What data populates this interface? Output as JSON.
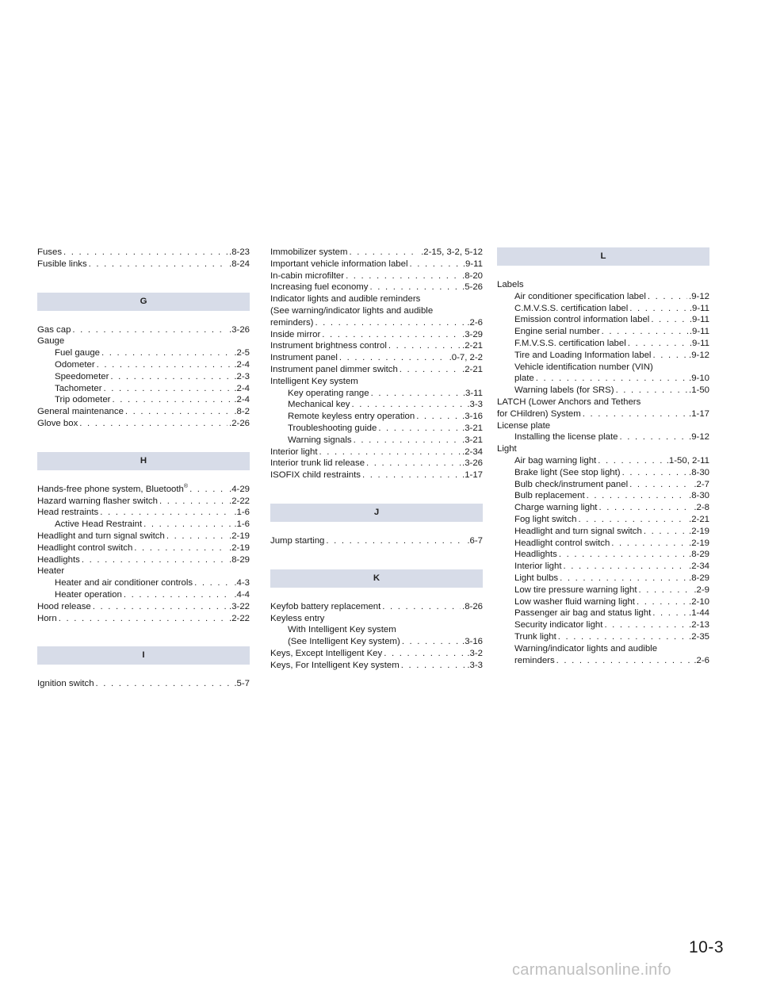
{
  "page_number": "10-3",
  "footer_watermark": "carmanualsonline.info",
  "columns": {
    "col1": {
      "top_entries": [
        {
          "text": "Fuses",
          "page": ".8-23"
        },
        {
          "text": "Fusible links",
          "page": ".8-24"
        }
      ],
      "sections": [
        {
          "letter": "G",
          "entries": [
            {
              "text": "Gas cap",
              "page": ".3-26"
            },
            {
              "text": "Gauge",
              "page": ""
            },
            {
              "text": "Fuel gauge",
              "page": ".2-5",
              "indent": true
            },
            {
              "text": "Odometer",
              "page": ".2-4",
              "indent": true
            },
            {
              "text": "Speedometer",
              "page": ".2-3",
              "indent": true
            },
            {
              "text": "Tachometer",
              "page": ".2-4",
              "indent": true
            },
            {
              "text": "Trip odometer",
              "page": ".2-4",
              "indent": true
            },
            {
              "text": "General maintenance",
              "page": ".8-2"
            },
            {
              "text": "Glove box",
              "page": ".2-26"
            }
          ]
        },
        {
          "letter": "H",
          "entries": [
            {
              "text": "Hands-free phone system, Bluetooth",
              "sup": "®",
              "page": ".4-29"
            },
            {
              "text": "Hazard warning flasher switch",
              "page": ".2-22"
            },
            {
              "text": "Head restraints",
              "page": ".1-6"
            },
            {
              "text": "Active Head Restraint",
              "page": ".1-6",
              "indent": true
            },
            {
              "text": "Headlight and turn signal switch",
              "page": ".2-19"
            },
            {
              "text": "Headlight control switch",
              "page": ".2-19"
            },
            {
              "text": "Headlights",
              "page": ".8-29"
            },
            {
              "text": "Heater",
              "page": ""
            },
            {
              "text": "Heater and air conditioner controls",
              "page": ".4-3",
              "indent": true
            },
            {
              "text": "Heater operation",
              "page": ".4-4",
              "indent": true
            },
            {
              "text": "Hood release",
              "page": ".3-22"
            },
            {
              "text": "Horn",
              "page": ".2-22"
            }
          ]
        },
        {
          "letter": "I",
          "entries": [
            {
              "text": "Ignition switch",
              "page": ".5-7"
            }
          ]
        }
      ]
    },
    "col2": {
      "top_entries": [
        {
          "text": "Immobilizer system",
          "page": ".2-15, 3-2, 5-12"
        },
        {
          "text": "Important vehicle information label",
          "page": ".9-11"
        },
        {
          "text": "In-cabin microfilter",
          "page": ".8-20"
        },
        {
          "text": "Increasing fuel economy",
          "page": ".5-26"
        },
        {
          "text": "Indicator lights and audible reminders",
          "page": ""
        },
        {
          "text": "(See warning/indicator lights and audible",
          "page": ""
        },
        {
          "text": "reminders)",
          "page": ".2-6"
        },
        {
          "text": "Inside mirror",
          "page": ".3-29"
        },
        {
          "text": "Instrument brightness control",
          "page": ".2-21"
        },
        {
          "text": "Instrument panel",
          "page": ".0-7, 2-2"
        },
        {
          "text": "Instrument panel dimmer switch",
          "page": ".2-21"
        },
        {
          "text": "Intelligent Key system",
          "page": ""
        },
        {
          "text": "Key operating range",
          "page": ".3-11",
          "indent": true
        },
        {
          "text": "Mechanical key",
          "page": ".3-3",
          "indent": true
        },
        {
          "text": "Remote keyless entry operation",
          "page": ".3-16",
          "indent": true
        },
        {
          "text": "Troubleshooting guide",
          "page": ".3-21",
          "indent": true
        },
        {
          "text": "Warning signals",
          "page": ".3-21",
          "indent": true
        },
        {
          "text": "Interior light",
          "page": ".2-34"
        },
        {
          "text": "Interior trunk lid release",
          "page": ".3-26"
        },
        {
          "text": "ISOFIX child restraints",
          "page": ".1-17"
        }
      ],
      "sections": [
        {
          "letter": "J",
          "entries": [
            {
              "text": "Jump starting",
              "page": ".6-7"
            }
          ]
        },
        {
          "letter": "K",
          "entries": [
            {
              "text": "Keyfob battery replacement",
              "page": ".8-26"
            },
            {
              "text": "Keyless entry",
              "page": ""
            },
            {
              "text": "With Intelligent Key system",
              "page": "",
              "indent": true
            },
            {
              "text": "(See Intelligent Key system)",
              "page": ".3-16",
              "indent": true
            },
            {
              "text": "Keys, Except Intelligent Key",
              "page": ".3-2"
            },
            {
              "text": "Keys, For Intelligent Key system",
              "page": ".3-3"
            }
          ]
        }
      ]
    },
    "col3": {
      "top_entries": [],
      "sections": [
        {
          "letter": "L",
          "entries": [
            {
              "text": "Labels",
              "page": ""
            },
            {
              "text": "Air conditioner specification label",
              "page": ".9-12",
              "indent": true
            },
            {
              "text": "C.M.V.S.S. certification label",
              "page": ".9-11",
              "indent": true
            },
            {
              "text": "Emission control information label",
              "page": ".9-11",
              "indent": true
            },
            {
              "text": "Engine serial number",
              "page": ".9-11",
              "indent": true
            },
            {
              "text": "F.M.V.S.S. certification label",
              "page": ".9-11",
              "indent": true
            },
            {
              "text": "Tire and Loading Information label",
              "page": ".9-12",
              "indent": true
            },
            {
              "text": "Vehicle identification number (VIN)",
              "page": "",
              "indent": true
            },
            {
              "text": "plate",
              "page": ".9-10",
              "indent": true
            },
            {
              "text": "Warning labels (for SRS)",
              "page": ".1-50",
              "indent": true
            },
            {
              "text": "LATCH (Lower Anchors and Tethers",
              "page": ""
            },
            {
              "text": "for CHildren) System",
              "page": ".1-17"
            },
            {
              "text": "License plate",
              "page": ""
            },
            {
              "text": "Installing the license plate",
              "page": ".9-12",
              "indent": true
            },
            {
              "text": "Light",
              "page": ""
            },
            {
              "text": "Air bag warning light",
              "page": ".1-50, 2-11",
              "indent": true
            },
            {
              "text": "Brake light (See stop light)",
              "page": ".8-30",
              "indent": true
            },
            {
              "text": "Bulb check/instrument panel",
              "page": ".2-7",
              "indent": true
            },
            {
              "text": "Bulb replacement",
              "page": ".8-30",
              "indent": true
            },
            {
              "text": "Charge warning light",
              "page": ".2-8",
              "indent": true
            },
            {
              "text": "Fog light switch",
              "page": ".2-21",
              "indent": true
            },
            {
              "text": "Headlight and turn signal switch",
              "page": ".2-19",
              "indent": true
            },
            {
              "text": "Headlight control switch",
              "page": ".2-19",
              "indent": true
            },
            {
              "text": "Headlights",
              "page": ".8-29",
              "indent": true
            },
            {
              "text": "Interior light",
              "page": ".2-34",
              "indent": true
            },
            {
              "text": "Light bulbs",
              "page": ".8-29",
              "indent": true
            },
            {
              "text": "Low tire pressure warning light",
              "page": ".2-9",
              "indent": true
            },
            {
              "text": "Low washer fluid warning light",
              "page": ".2-10",
              "indent": true
            },
            {
              "text": "Passenger air bag and status light",
              "page": ".1-44",
              "indent": true
            },
            {
              "text": "Security indicator light",
              "page": ".2-13",
              "indent": true
            },
            {
              "text": "Trunk light",
              "page": ".2-35",
              "indent": true
            },
            {
              "text": "Warning/indicator lights and audible",
              "page": "",
              "indent": true
            },
            {
              "text": "reminders",
              "page": ".2-6",
              "indent": true
            }
          ]
        }
      ]
    }
  }
}
